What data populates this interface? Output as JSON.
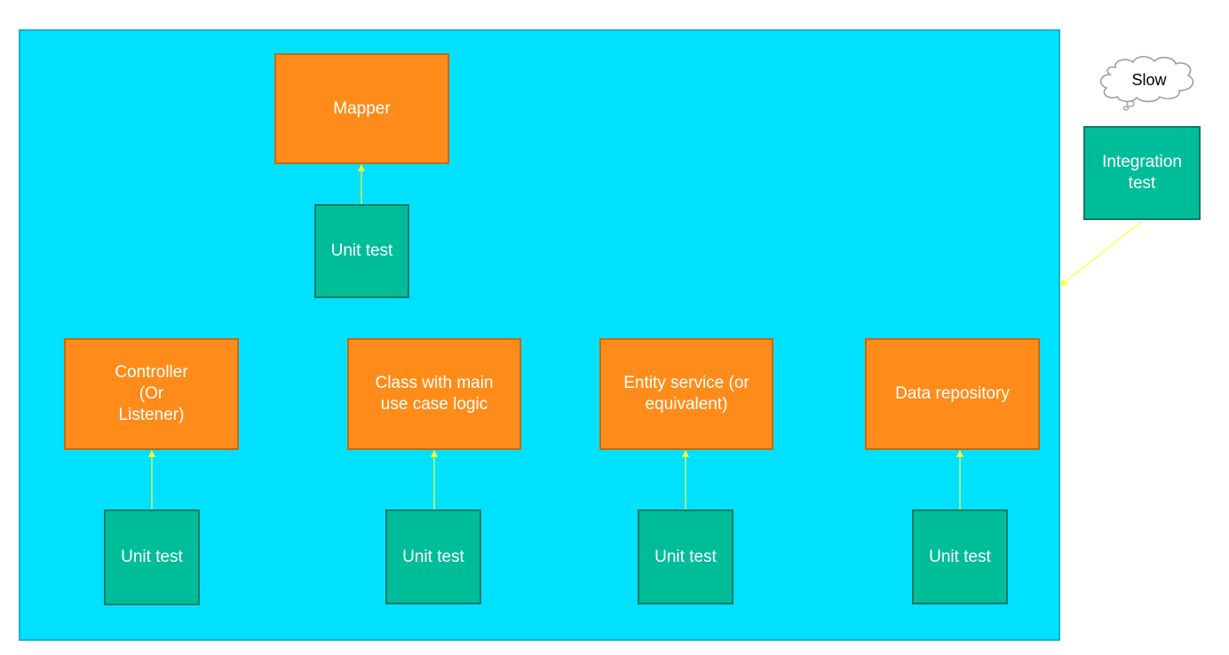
{
  "colors": {
    "container_fill": "#00e0ff",
    "component_fill": "#ff8c1a",
    "test_fill": "#00bd9a",
    "arrow": "#ffff33",
    "cloud_stroke": "#999999"
  },
  "components": {
    "mapper": "Mapper",
    "controller": "Controller\n(Or\nListener)",
    "use_case": "Class with main\nuse case logic",
    "entity_service": "Entity service (or\nequivalent)",
    "data_repository": "Data repository"
  },
  "tests": {
    "mapper_unit_test": "Unit test",
    "controller_unit_test": "Unit test",
    "use_case_unit_test": "Unit test",
    "entity_service_unit_test": "Unit test",
    "data_repository_unit_test": "Unit test",
    "integration_test": "Integration\ntest"
  },
  "annotation": {
    "cloud_label": "Slow"
  }
}
